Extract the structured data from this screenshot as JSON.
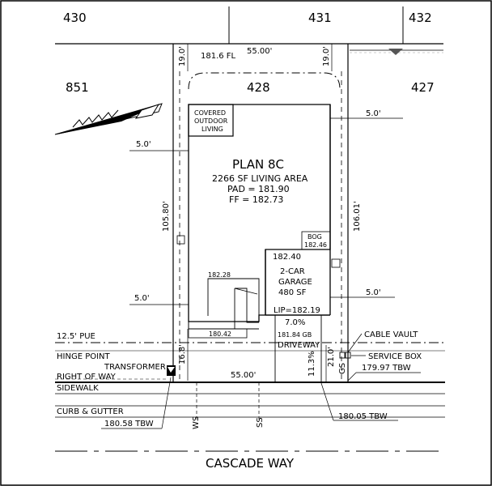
{
  "lots": {
    "top": [
      "430",
      "431",
      "432"
    ],
    "left": "851",
    "center": "428",
    "right": "427"
  },
  "dimensions": {
    "rear_setback_left": "19.0'",
    "rear_setback_right": "19.0'",
    "rear_elevation": "181.6 FL",
    "rear_width": "55.00'",
    "right_side_setback_top": "5.0'",
    "left_side_setback_top": "5.0'",
    "left_side_setback_bottom": "5.0'",
    "right_side_setback_bottom": "5.0'",
    "left_depth": "105.80'",
    "right_depth": "106.01'",
    "front_width": "55.00'",
    "front_setback_left": "16.8'",
    "front_setback_right": "21.0'",
    "driveway_slope": "11.3%"
  },
  "patio": [
    "COVERED",
    "OUTDOOR",
    "LIVING"
  ],
  "plan": {
    "name": "PLAN 8C",
    "living_area": "2266 SF LIVING AREA",
    "pad": "PAD = 181.90",
    "ff": "FF = 182.73"
  },
  "garage": [
    "2-CAR",
    "GARAGE",
    "480 SF"
  ],
  "elevations": {
    "bog_label": "BOG",
    "bog_value": "182.46",
    "garage_floor": "182.40",
    "lip": "LIP=182.19",
    "left_step": "182.28",
    "walk": "180.42",
    "driveway_slope_top": "7.0%",
    "driveway_gb": "181.84 GB",
    "service_tbw": "179.97 TBW",
    "curb_left_tbw": "180.58 TBW",
    "curb_right_tbw": "180.05 TBW"
  },
  "labels": {
    "pue": "12.5' PUE",
    "hinge_point": "HINGE POINT",
    "transformer": "TRANSFORMER",
    "row": "RIGHT OF WAY",
    "sidewalk": "SIDEWALK",
    "curb": "CURB & GUTTER",
    "driveway": "DRIVEWAY",
    "cable_vault": "CABLE VAULT",
    "service_box": "SERVICE BOX",
    "ws": "WS",
    "ss": "SS",
    "gs": "GS",
    "street": "CASCADE WAY"
  }
}
